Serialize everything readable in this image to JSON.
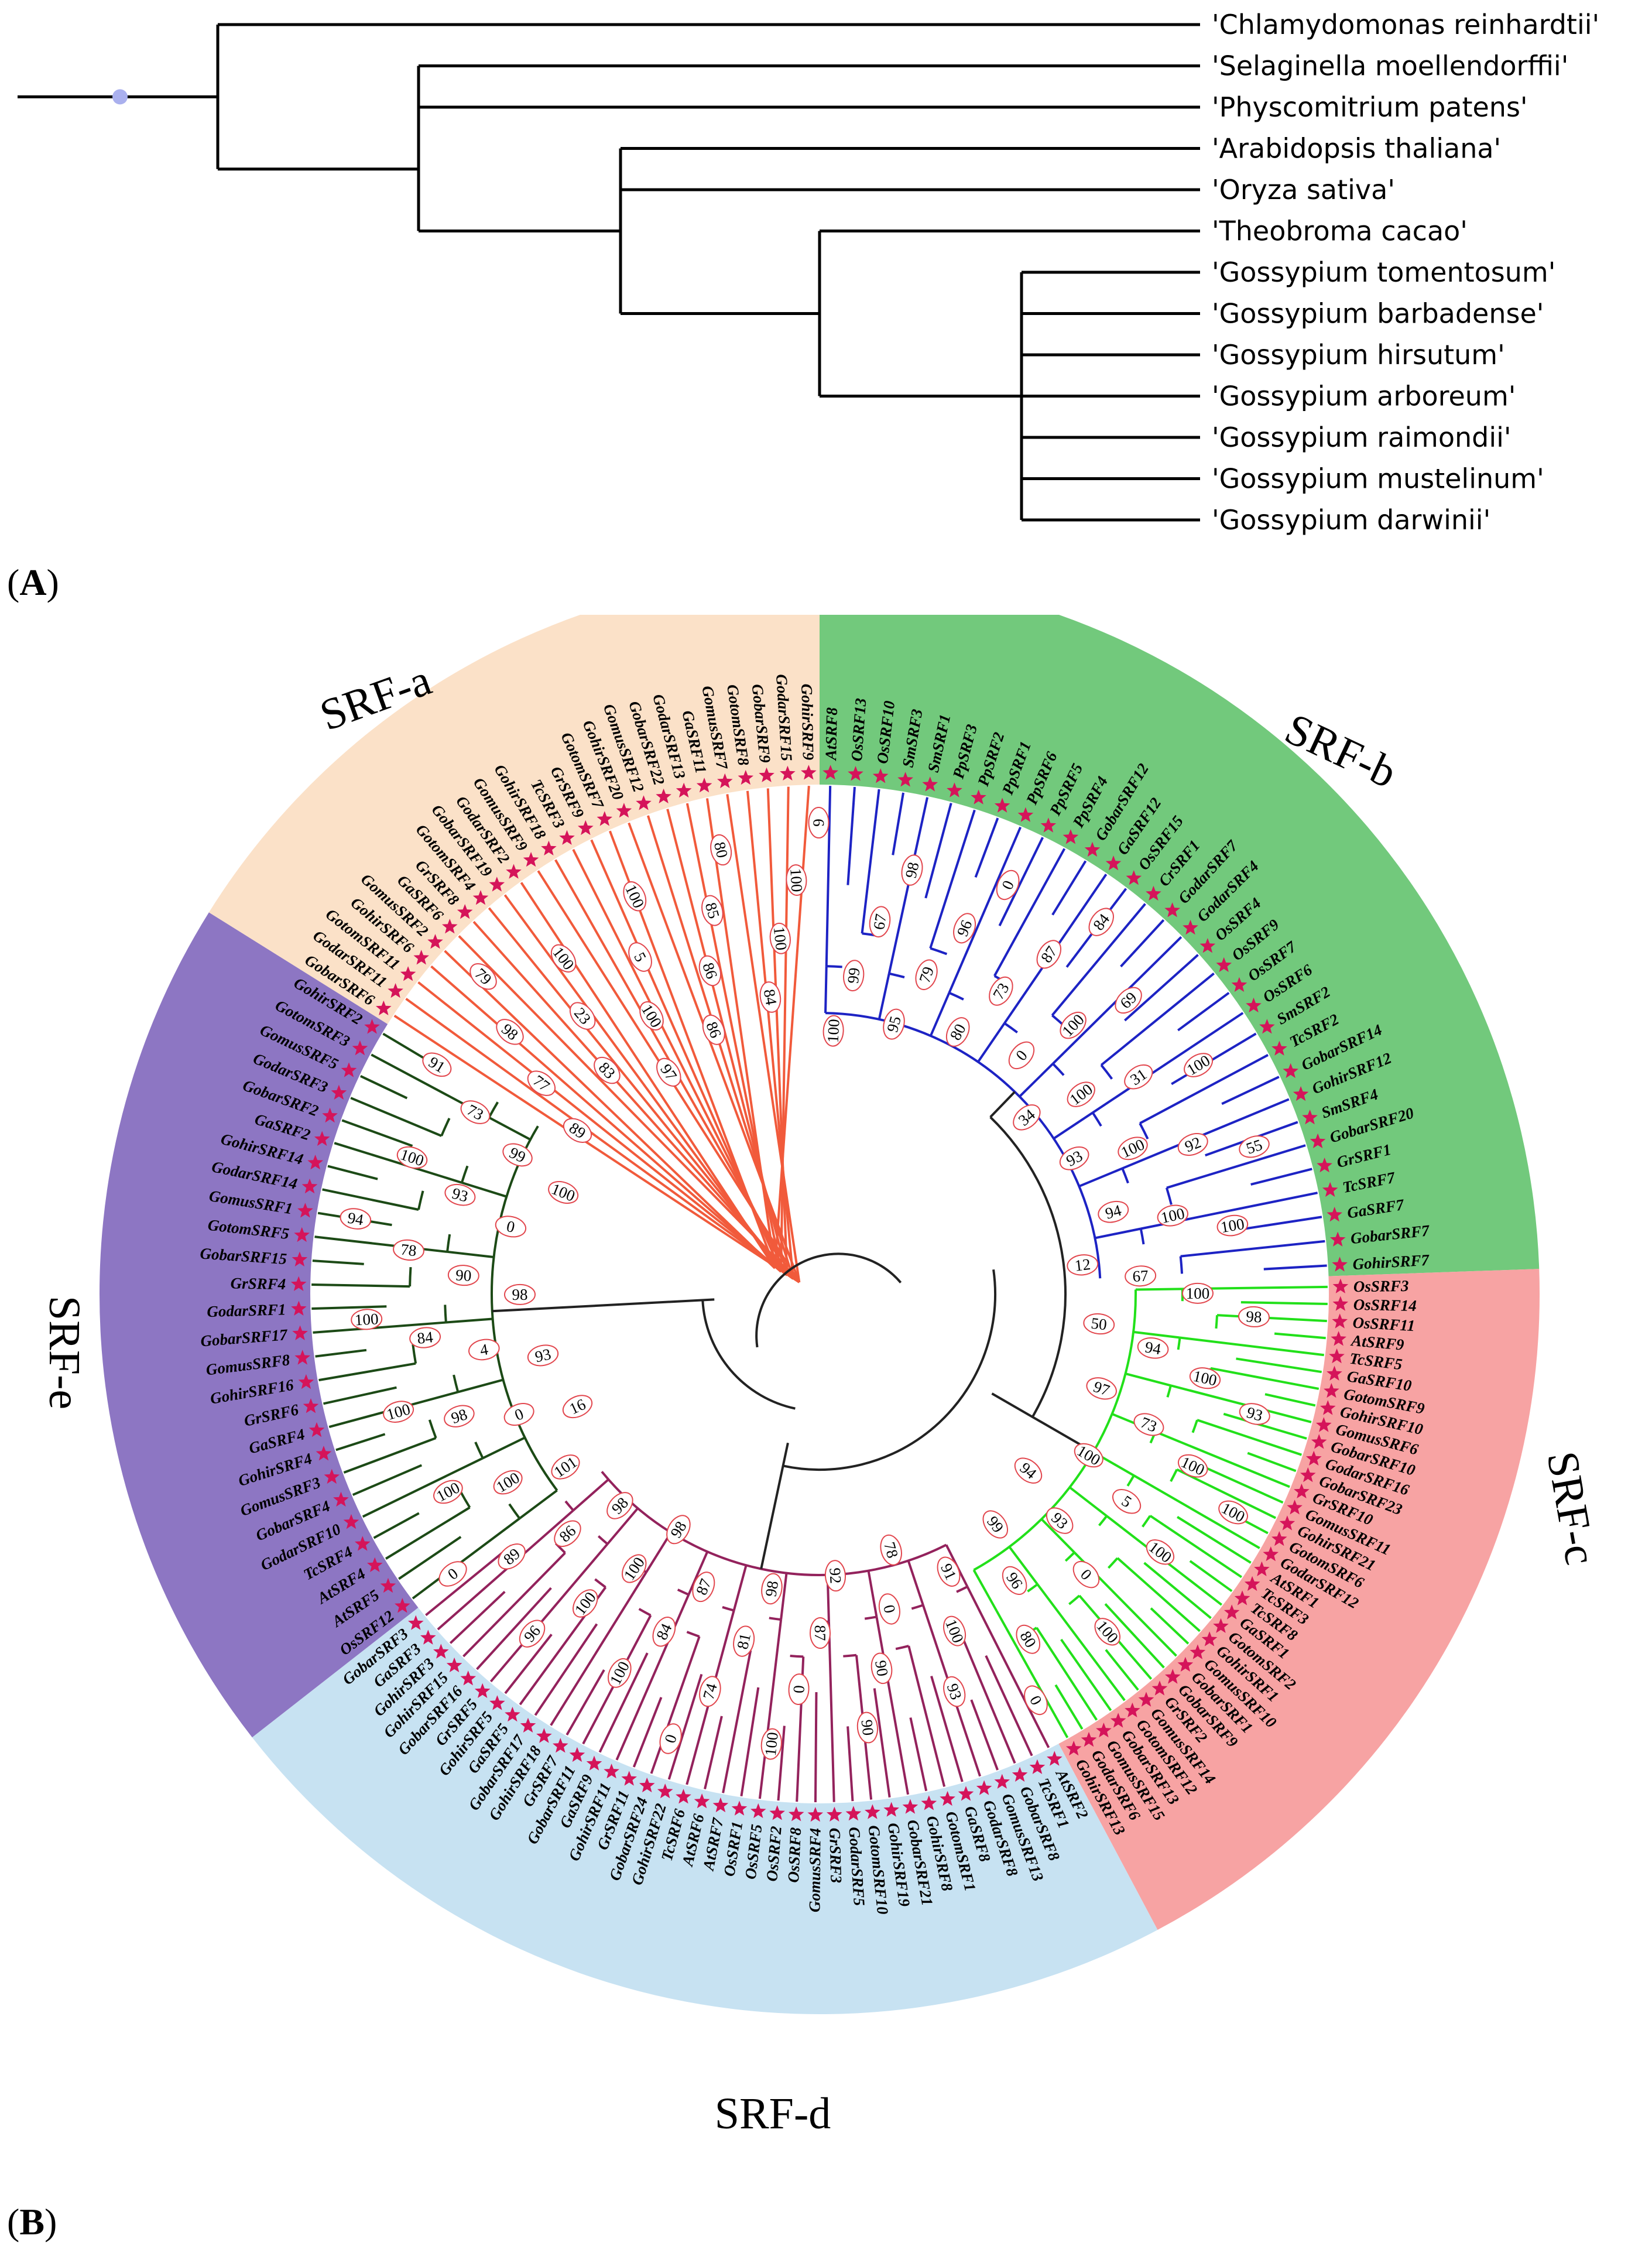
{
  "panel_a": {
    "label": "A",
    "species": [
      "'Chlamydomonas reinhardtii'",
      "'Selaginella moellendorffii'",
      "'Physcomitrium patens'",
      "'Arabidopsis thaliana'",
      "'Oryza sativa'",
      "'Theobroma cacao'",
      "'Gossypium tomentosum'",
      "'Gossypium barbadense'",
      "'Gossypium hirsutum'",
      "'Gossypium arboreum'",
      "'Gossypium raimondii'",
      "'Gossypium mustelinum'",
      "'Gossypium darwinii'"
    ],
    "root_dot_color": "#aab0ee"
  },
  "panel_b": {
    "label": "B",
    "colors": {
      "srf_a": "#fbe1c8",
      "srf_b": "#72c97c",
      "srf_c": "#f7a3a3",
      "srf_d": "#c7e2f2",
      "srf_e": "#8d76c3",
      "branch_a": "#f15a3b",
      "branch_b": "#1d23c4",
      "branch_c": "#22e01a",
      "branch_d": "#93225c",
      "branch_e": "#1c4a16",
      "backbone": "#222222",
      "star": "#d5145a"
    },
    "groups": [
      {
        "name": "SRF-a",
        "key": "srf_a",
        "leaves": [
          "GobarSRF6",
          "GodarSRF11",
          "GotomSRF11",
          "GohirSRF6",
          "GomusSRF2",
          "GaSRF6",
          "GrSRF8",
          "GotomSRF4",
          "GobarSRF19",
          "GodarSRF2",
          "GomusSRF9",
          "GohirSRF18",
          "TcSRF3",
          "GrSRF9",
          "GotomSRF7",
          "GohirSRF20",
          "GomusSRF12",
          "GobarSRF22",
          "GodarSRF13",
          "GaSRF11",
          "GomusSRF7",
          "GotomSRF8",
          "GobarSRF9",
          "GodarSRF15",
          "GohirSRF9"
        ]
      },
      {
        "name": "SRF-b",
        "key": "srf_b",
        "leaves": [
          "AtSRF8",
          "OsSRF13",
          "OsSRF10",
          "SmSRF3",
          "SmSRF1",
          "PpSRF3",
          "PpSRF2",
          "PpSRF1",
          "PpSRF6",
          "PpSRF5",
          "PpSRF4",
          "GobarSRF12",
          "GaSRF12",
          "OsSRF15",
          "CrSRF1",
          "GodarSRF7",
          "GodarSRF4",
          "OsSRF4",
          "OsSRF9",
          "OsSRF7",
          "OsSRF6",
          "SmSRF2",
          "TcSRF2",
          "GobarSRF14",
          "GohirSRF12",
          "SmSRF4",
          "GobarSRF20",
          "GrSRF1",
          "TcSRF7",
          "GaSRF7",
          "GobarSRF7",
          "GohirSRF7"
        ]
      },
      {
        "name": "SRF-c",
        "key": "srf_c",
        "leaves": [
          "OsSRF3",
          "OsSRF14",
          "OsSRF11",
          "AtSRF9",
          "TcSRF5",
          "GaSRF10",
          "GotomSRF9",
          "GohirSRF10",
          "GomusSRF6",
          "GobarSRF10",
          "GodarSRF16",
          "GobarSRF23",
          "GrSRF10",
          "GomusSRF11",
          "GohirSRF21",
          "GotomSRF6",
          "GodarSRF12",
          "AtSRF1",
          "TcSRF3",
          "TcSRF8",
          "GaSRF1",
          "GotomSRF2",
          "GohirSRF1",
          "GomusSRF10",
          "GobarSRF1",
          "GobarSRF9",
          "GrSRF2",
          "GomusSRF14",
          "GotomSRF12",
          "GobarSRF13",
          "GomusSRF15",
          "GodarSRF6",
          "GohirSRF13"
        ]
      },
      {
        "name": "SRF-d",
        "key": "srf_d",
        "leaves": [
          "AtSRF2",
          "TcSRF1",
          "GobarSRF8",
          "GomusSRF13",
          "GodarSRF8",
          "GaSRF8",
          "GotomSRF1",
          "GohirSRF8",
          "GobarSRF21",
          "GohirSRF19",
          "GotomSRF10",
          "GodarSRF5",
          "GrSRF3",
          "GomusSRF4",
          "OsSRF8",
          "OsSRF2",
          "OsSRF5",
          "OsSRF1",
          "AtSRF7",
          "AtSRF6",
          "TcSRF6",
          "GohirSRF22",
          "GobarSRF24",
          "GrSRF11",
          "GohirSRF11",
          "GaSRF9",
          "GobarSRF11",
          "GrSRF7",
          "GohirSRF18",
          "GobarSRF17",
          "GaSRF5",
          "GohirSRF5",
          "GrSRF5",
          "GobarSRF16",
          "GohirSRF15",
          "GohirSRF3",
          "GaSRF3",
          "GobarSRF3"
        ]
      },
      {
        "name": "SRF-e",
        "key": "srf_e",
        "leaves": [
          "OsSRF12",
          "AtSRF5",
          "AtSRF4",
          "TcSRF4",
          "GodarSRF10",
          "GobarSRF4",
          "GomusSRF3",
          "GohirSRF4",
          "GaSRF4",
          "GrSRF6",
          "GohirSRF16",
          "GomusSRF8",
          "GobarSRF17",
          "GodarSRF1",
          "GrSRF4",
          "GobarSRF15",
          "GotomSRF5",
          "GomusSRF1",
          "GodarSRF14",
          "GohirSRF14",
          "GaSRF2",
          "GobarSRF2",
          "GodarSRF3",
          "GomusSRF5",
          "GotomSRF3",
          "GohirSRF2"
        ]
      }
    ],
    "bootstrap": [
      "100",
      "99",
      "67",
      "98",
      "95",
      "79",
      "96",
      "0",
      "80",
      "73",
      "87",
      "84",
      "0",
      "100",
      "69",
      "34",
      "100",
      "31",
      "100",
      "93",
      "100",
      "92",
      "55",
      "94",
      "100",
      "100",
      "12",
      "67",
      "100",
      "98",
      "50",
      "94",
      "100",
      "93",
      "97",
      "73",
      "100",
      "100",
      "100",
      "5",
      "100",
      "94",
      "93",
      "0",
      "100",
      "99",
      "96",
      "80",
      "0",
      "91",
      "100",
      "93",
      "78",
      "0",
      "90",
      "90",
      "92",
      "87",
      "0",
      "100",
      "98",
      "81",
      "74",
      "0",
      "87",
      "84",
      "100",
      "98",
      "100",
      "100",
      "96",
      "98",
      "86",
      "89",
      "0",
      "101",
      "100",
      "100",
      "16",
      "0",
      "98",
      "100",
      "93",
      "4",
      "84",
      "100",
      "98",
      "90",
      "78",
      "94",
      "0",
      "93",
      "100",
      "100",
      "99",
      "73",
      "91",
      "89",
      "77",
      "98",
      "79",
      "83",
      "23",
      "100",
      "97",
      "100",
      "5",
      "100",
      "86",
      "86",
      "85",
      "80",
      "84",
      "100",
      "100",
      "6"
    ]
  }
}
